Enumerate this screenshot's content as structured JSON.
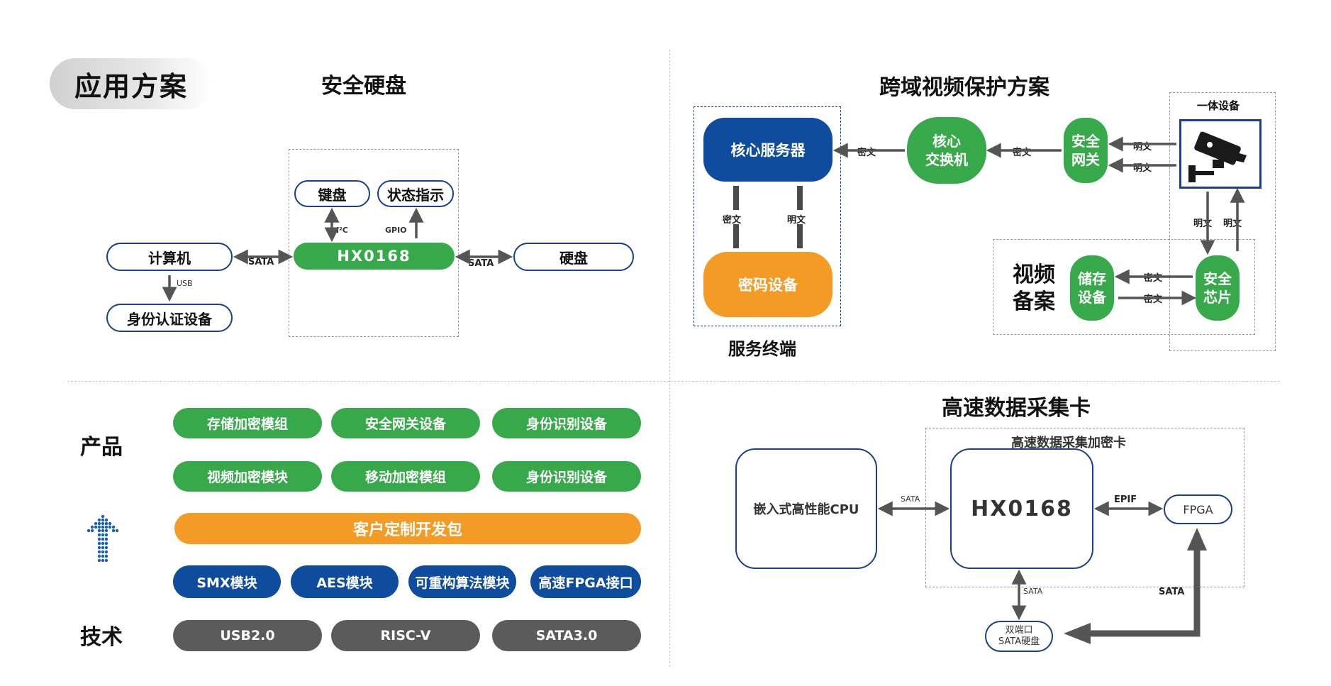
{
  "header": {
    "section_label": "应用方案"
  },
  "secure_disk": {
    "title": "安全硬盘",
    "keyboard": "键盘",
    "status_indicator": "状态指示",
    "i2c": "I²C",
    "gpio": "GPIO",
    "chip": "HX0168",
    "computer": "计算机",
    "hard_disk": "硬盘",
    "sata_left": "SATA",
    "sata_right": "SATA",
    "usb": "USB",
    "id_device": "身份认证设备"
  },
  "video_protection": {
    "title": "跨域视频保护方案",
    "core_server": "核心服务器",
    "crypto_device": "密码设备",
    "service_terminal": "服务终端",
    "ciphertext": "密文",
    "plaintext": "明文",
    "core_switch_line1": "核心",
    "core_switch_line2": "交换机",
    "gateway_line1": "安全",
    "gateway_line2": "网关",
    "integrated_device": "一体设备",
    "video_backup_line1": "视频",
    "video_backup_line2": "备案",
    "storage_line1": "储存",
    "storage_line2": "设备",
    "chip_line1": "安全",
    "chip_line2": "芯片",
    "label_ciphertext_1": "密文",
    "label_ciphertext_2": "密文",
    "label_ciphertext_3": "密文",
    "label_ciphertext_4": "密文",
    "label_ciphertext_5": "密文",
    "label_plaintext_1": "明文",
    "label_plaintext_2": "明文",
    "label_plaintext_3": "明文",
    "label_plaintext_4": "明文",
    "label_plaintext_5": "明文"
  },
  "products": {
    "label": "产品",
    "row1": [
      "存储加密模组",
      "安全网关设备",
      "身份识别设备"
    ],
    "row2": [
      "视频加密模块",
      "移动加密模组",
      "身份识别设备"
    ],
    "sdk": "客户定制开发包",
    "modules": [
      "SMX模块",
      "AES模块",
      "可重构算法模块",
      "高速FPGA接口"
    ],
    "tech_label": "技术",
    "tech": [
      "USB2.0",
      "RISC-V",
      "SATA3.0"
    ]
  },
  "capture_card": {
    "title": "高速数据采集卡",
    "card_label": "高速数据采集加密卡",
    "cpu": "嵌入式高性能CPU",
    "chip": "HX0168",
    "fpga": "FPGA",
    "sata_cpu": "SATA",
    "epif": "EPIF",
    "sata_disk": "SATA",
    "sata_fpga": "SATA",
    "disk_line1": "双端口",
    "disk_line2": "SATA硬盘"
  },
  "colors": {
    "green": "#37a94a",
    "blue": "#0f4c9e",
    "orange": "#f39b24",
    "grey": "#5b5b5b",
    "outline_blue": "#1a3e8c"
  }
}
